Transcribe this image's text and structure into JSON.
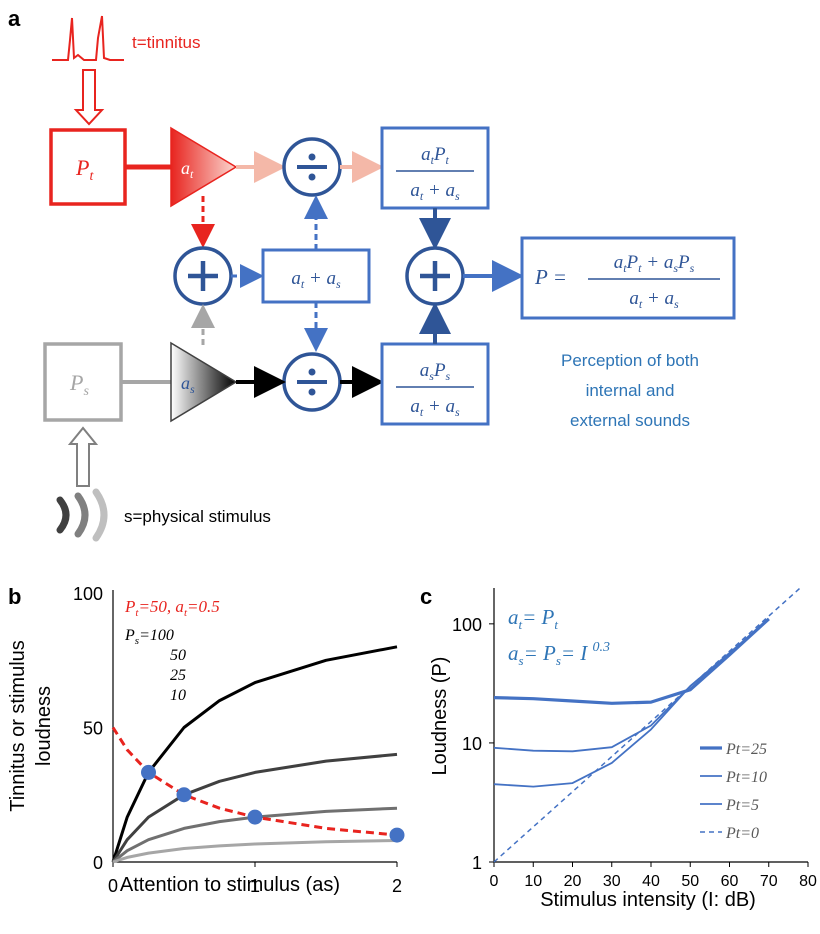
{
  "panel_a": {
    "label": "a",
    "tinnitus_label": "t=tinnitus",
    "stimulus_label": "s=physical stimulus",
    "perception_text": [
      "Perception of both",
      "internal and",
      "external sounds"
    ],
    "box_pt": "P",
    "box_pt_sub": "t",
    "box_ps": "P",
    "box_ps_sub": "s",
    "amp_at": "a",
    "amp_at_sub": "t",
    "amp_as": "a",
    "amp_as_sub": "s",
    "sum_box": "a t + a s",
    "frac_top_num": "a t P t",
    "frac_top_den": "a t + a s",
    "frac_bot_num": "a s P s",
    "frac_bot_den": "a t + a s",
    "result_lhs": "P =",
    "result_num": "a t P t + a s P s",
    "result_den": "a t + a s",
    "plus_symbol": "+",
    "divide_symbol": "÷",
    "colors": {
      "red": "#e8241f",
      "blue": "#2f5597",
      "lightblue": "#4472c4",
      "grey": "#a6a6a6",
      "pink": "#f4b8a8"
    }
  },
  "panel_b": {
    "label": "b",
    "legend_title": "Pt=50, at=0.5",
    "legend_ps_prefix": "P",
    "legend_ps_sub": "s",
    "legend_values": [
      "=100",
      "50",
      "25",
      "10"
    ],
    "ylabel_lines": [
      "Tinnitus or stimulus",
      "loudness"
    ],
    "xlabel": "Attention to stimulus (as)",
    "yticks": [
      "0",
      "50",
      "100"
    ],
    "xticks": [
      "0",
      "1",
      "2"
    ]
  },
  "panel_c": {
    "label": "c",
    "eq1": "at= Pt",
    "eq2": "as= Ps= I 0.3",
    "ylabel": "Loudness (P)",
    "xlabel": "Stimulus intensity (I: dB)",
    "yticks": [
      "1",
      "10",
      "100"
    ],
    "xticks": [
      "0",
      "10",
      "20",
      "30",
      "40",
      "50",
      "60",
      "70",
      "80"
    ],
    "legend": [
      "Pt=25",
      "Pt=10",
      "Pt=5",
      "Pt=0"
    ]
  },
  "chart_data": [
    {
      "type": "line",
      "panel": "b",
      "title": "",
      "xlabel": "Attention to stimulus (as)",
      "ylabel": "Tinnitus or stimulus loudness",
      "xlim": [
        0,
        2
      ],
      "ylim": [
        0,
        100
      ],
      "series": [
        {
          "name": "Ps=100",
          "color": "#000000",
          "x": [
            0,
            0.1,
            0.25,
            0.5,
            0.75,
            1.0,
            1.5,
            2.0
          ],
          "y": [
            0,
            16.7,
            33.3,
            50,
            60,
            66.7,
            75,
            80
          ]
        },
        {
          "name": "50",
          "color": "#404040",
          "x": [
            0,
            0.1,
            0.25,
            0.5,
            0.75,
            1.0,
            1.5,
            2.0
          ],
          "y": [
            0,
            8.3,
            16.7,
            25,
            30,
            33.3,
            37.5,
            40
          ]
        },
        {
          "name": "25",
          "color": "#707070",
          "x": [
            0,
            0.1,
            0.25,
            0.5,
            0.75,
            1.0,
            1.5,
            2.0
          ],
          "y": [
            0,
            4.2,
            8.3,
            12.5,
            15,
            16.7,
            18.8,
            20
          ]
        },
        {
          "name": "10",
          "color": "#a6a6a6",
          "x": [
            0,
            0.1,
            0.25,
            0.5,
            0.75,
            1.0,
            1.5,
            2.0
          ],
          "y": [
            0,
            1.7,
            3.3,
            5,
            6,
            6.7,
            7.5,
            8
          ]
        },
        {
          "name": "Pt=50, at=0.5",
          "color": "#e8241f",
          "dashed": true,
          "x": [
            0,
            0.1,
            0.25,
            0.5,
            0.75,
            1.0,
            1.5,
            2.0
          ],
          "y": [
            50,
            41.7,
            33.3,
            25,
            20,
            16.7,
            12.5,
            10
          ]
        }
      ],
      "points": {
        "color": "#4472c4",
        "x": [
          0.25,
          0.5,
          1.0,
          2.0
        ],
        "y": [
          33.3,
          25,
          16.7,
          10
        ]
      }
    },
    {
      "type": "line",
      "panel": "c",
      "title": "",
      "xlabel": "Stimulus intensity (I: dB)",
      "ylabel": "Loudness (P)",
      "xlim": [
        0,
        80
      ],
      "ylim": [
        1,
        200
      ],
      "yscale": "log",
      "series": [
        {
          "name": "Pt=25",
          "color": "#4472c4",
          "width": 3.2,
          "x": [
            0,
            10,
            20,
            30,
            40,
            50,
            60,
            70
          ],
          "y": [
            24,
            23.5,
            22.5,
            21.5,
            22,
            28,
            55,
            110
          ]
        },
        {
          "name": "Pt=10",
          "color": "#4472c4",
          "width": 1.8,
          "x": [
            0,
            10,
            20,
            30,
            40,
            50,
            60,
            70
          ],
          "y": [
            9.1,
            8.6,
            8.5,
            9.2,
            14,
            30,
            56,
            110
          ]
        },
        {
          "name": "Pt=5",
          "color": "#4472c4",
          "width": 1.8,
          "x": [
            0,
            10,
            20,
            30,
            40,
            50,
            60,
            70
          ],
          "y": [
            4.5,
            4.3,
            4.6,
            6.8,
            13,
            30,
            57,
            110
          ]
        },
        {
          "name": "Pt=0",
          "color": "#4472c4",
          "dashed": true,
          "width": 1.5,
          "x": [
            0,
            78
          ],
          "y": [
            1,
            200
          ]
        }
      ]
    }
  ]
}
